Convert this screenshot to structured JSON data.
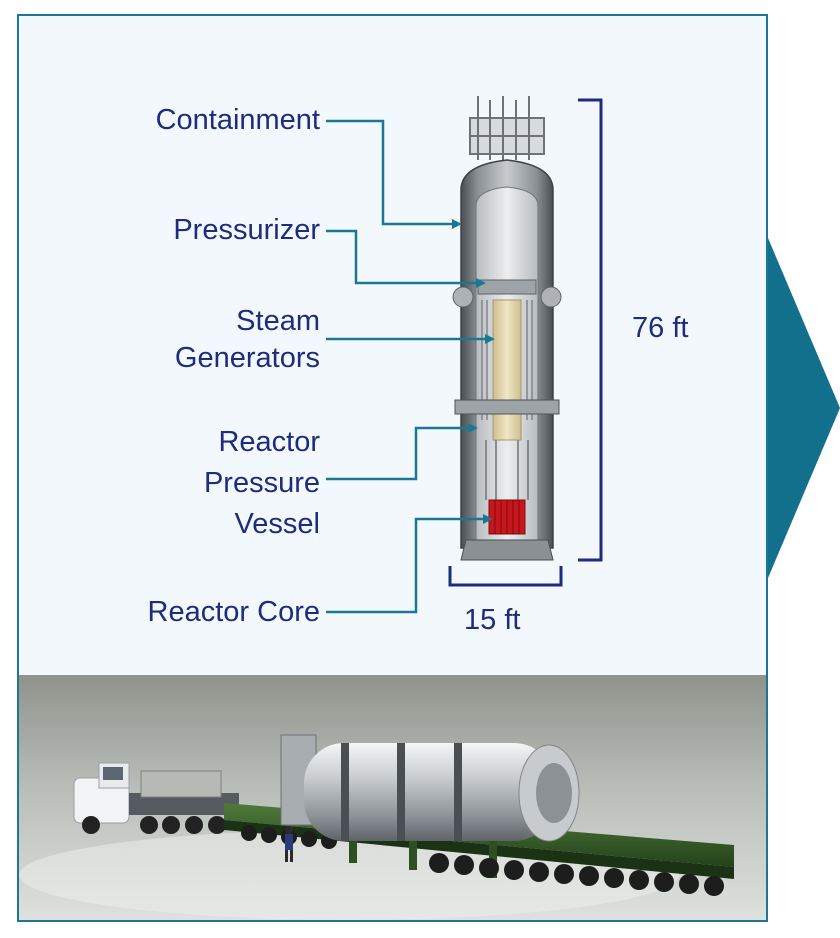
{
  "labels": {
    "containment": "Containment",
    "pressurizer": "Pressurizer",
    "steam_line1": "Steam",
    "steam_line2": "Generators",
    "rpv_line1": "Reactor",
    "rpv_line2": "Pressure",
    "rpv_line3": "Vessel",
    "core": "Reactor Core"
  },
  "dimensions": {
    "height": "76 ft",
    "diameter": "15 ft"
  },
  "colors": {
    "label_text": "#1f2b7d",
    "leader_line": "#1a7894",
    "panel_border": "#1a7894",
    "panel_bg": "#f2f8fb",
    "arrow": "#13708d",
    "core_red": "#c8161d"
  }
}
